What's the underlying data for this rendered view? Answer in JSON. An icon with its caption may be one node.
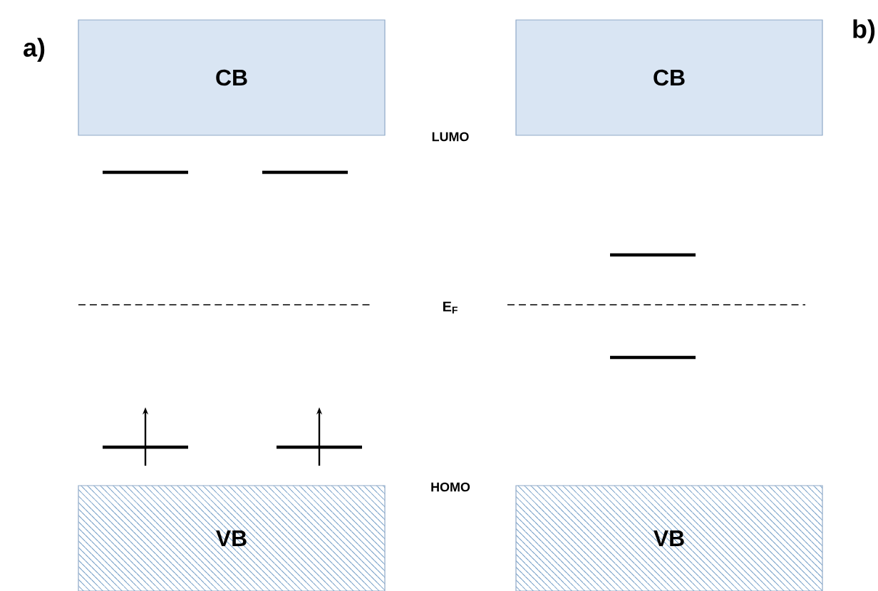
{
  "diagram": {
    "nodes": [
      {
        "text": [
          "CB"
        ]
      },
      {
        "text": [
          "CB"
        ]
      },
      {
        "text": [
          "VB"
        ]
      },
      {
        "text": [
          "VB"
        ]
      }
    ],
    "labels": [
      "a)",
      "b)",
      "LUMO",
      "E$_{F}$",
      "HOMO"
    ]
  }
}
